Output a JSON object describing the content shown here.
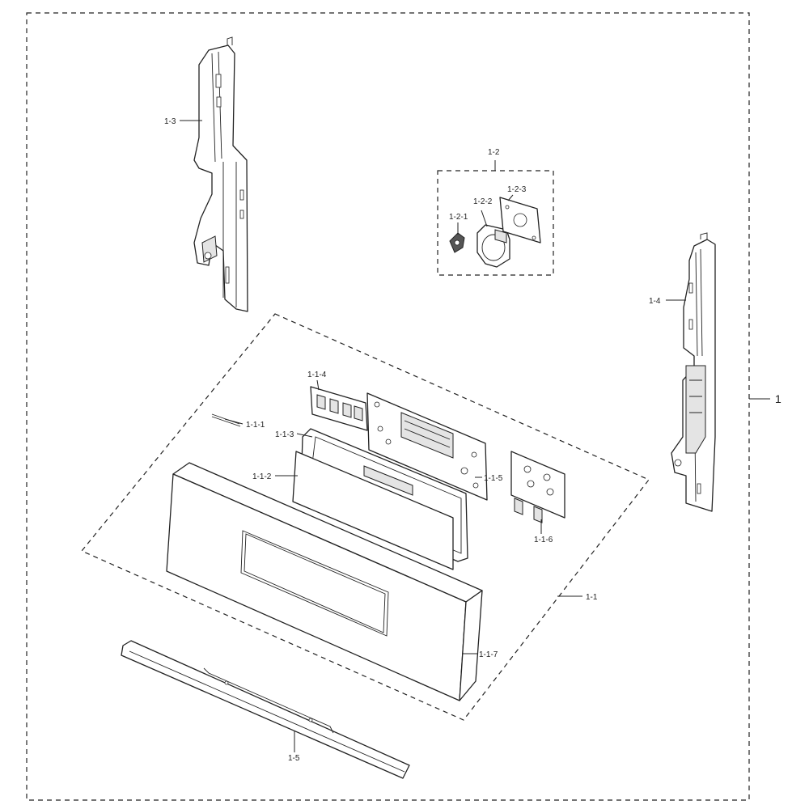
{
  "diagram": {
    "labels": {
      "assembly": "1",
      "control_panel": "1-1",
      "wire_harness": "1-1-1",
      "window": "1-1-2",
      "display_frame": "1-1-3",
      "knob_bracket": "1-1-4",
      "main_pcb": "1-1-5",
      "sub_pcb": "1-1-6",
      "front_panel": "1-1-7",
      "switch_assy": "1-2",
      "knob": "1-2-1",
      "switch": "1-2-2",
      "switch_bracket": "1-2-3",
      "left_side_bracket": "1-3",
      "right_side_bracket": "1-4",
      "bottom_trim": "1-5"
    }
  }
}
